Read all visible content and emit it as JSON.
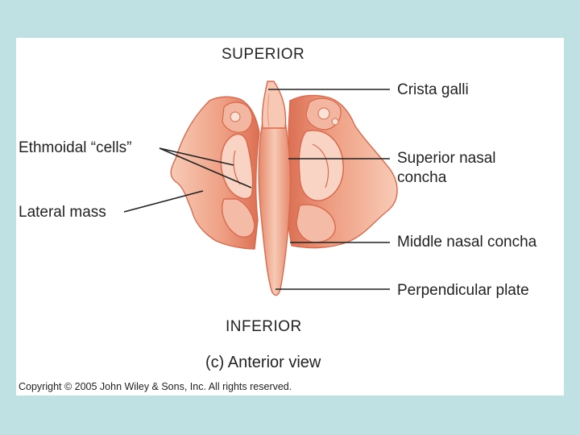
{
  "orientation": {
    "top": "SUPERIOR",
    "bottom": "INFERIOR"
  },
  "labels": {
    "crista_galli": "Crista galli",
    "ethmoidal_cells": "Ethmoidal “cells”",
    "superior_nasal_concha_line1": "Superior nasal",
    "superior_nasal_concha_line2": "concha",
    "lateral_mass": "Lateral mass",
    "middle_nasal_concha": "Middle nasal concha",
    "perpendicular_plate": "Perpendicular plate"
  },
  "caption": "(c) Anterior view",
  "copyright": "Copyright © 2005 John Wiley & Sons, Inc.  All rights reserved.",
  "colors": {
    "background": "#bfe1e3",
    "panel": "#ffffff",
    "bone_light": "#f6c3ae",
    "bone_mid": "#ec9579",
    "bone_dark": "#d9694d",
    "leader_line": "#222222"
  }
}
